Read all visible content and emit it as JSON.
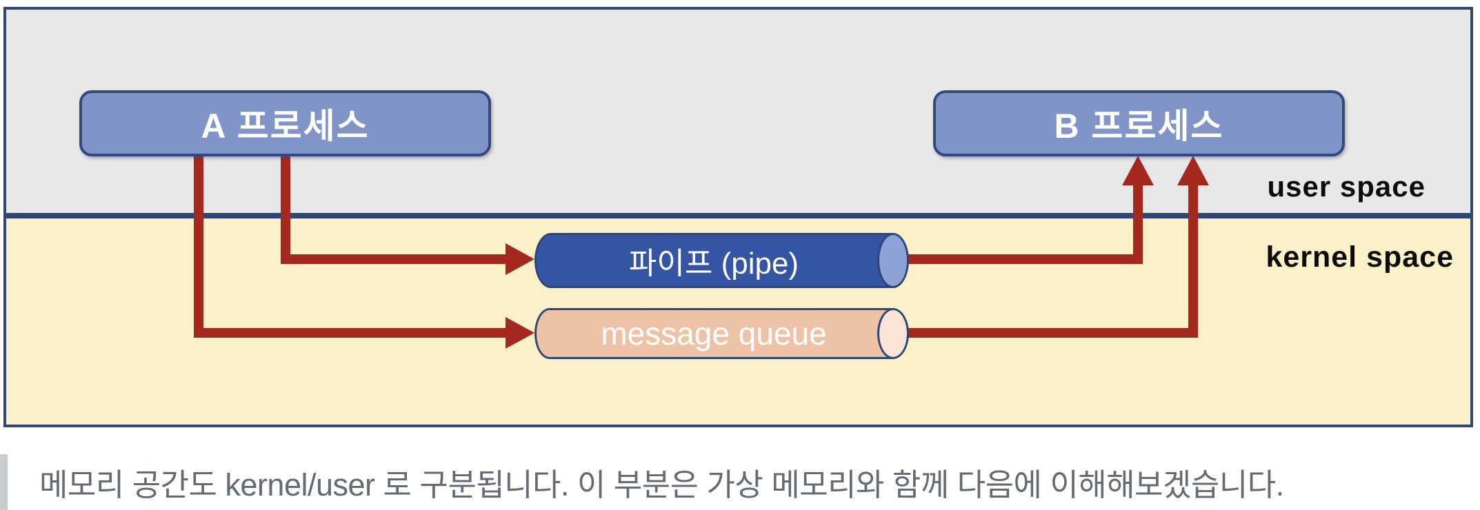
{
  "diagram": {
    "processes": [
      {
        "id": "process-a",
        "label": "A 프로세스"
      },
      {
        "id": "process-b",
        "label": "B 프로세스"
      }
    ],
    "channels": [
      {
        "id": "pipe",
        "label": "파이프 (pipe)"
      },
      {
        "id": "message-queue",
        "label": "message queue"
      }
    ],
    "labels": {
      "user_space": "user space",
      "kernel_space": "kernel space"
    },
    "connections": [
      {
        "from": "process-a",
        "to": "pipe"
      },
      {
        "from": "process-a",
        "to": "message-queue"
      },
      {
        "from": "pipe",
        "to": "process-b"
      },
      {
        "from": "message-queue",
        "to": "process-b"
      }
    ]
  },
  "caption": {
    "text": "메모리 공간도 kernel/user 로 구분됩니다. 이 부분은 가상 메모리와 함께 다음에 이해해보겠습니다."
  },
  "colors": {
    "navy": "#2E4677",
    "usergray": "#E8E8E8",
    "kernelyellow": "#FBF0C8",
    "procfill": "#8094C8",
    "procborder": "#34477E",
    "pipeblue": "#3455A3",
    "pipecap": "#8EA2D6",
    "mqpeach": "#EDC2A6",
    "mqcap": "#FAE4D6",
    "red": "#A5281E",
    "captionbar": "#C9CDD2",
    "captiongray": "#656B73"
  }
}
